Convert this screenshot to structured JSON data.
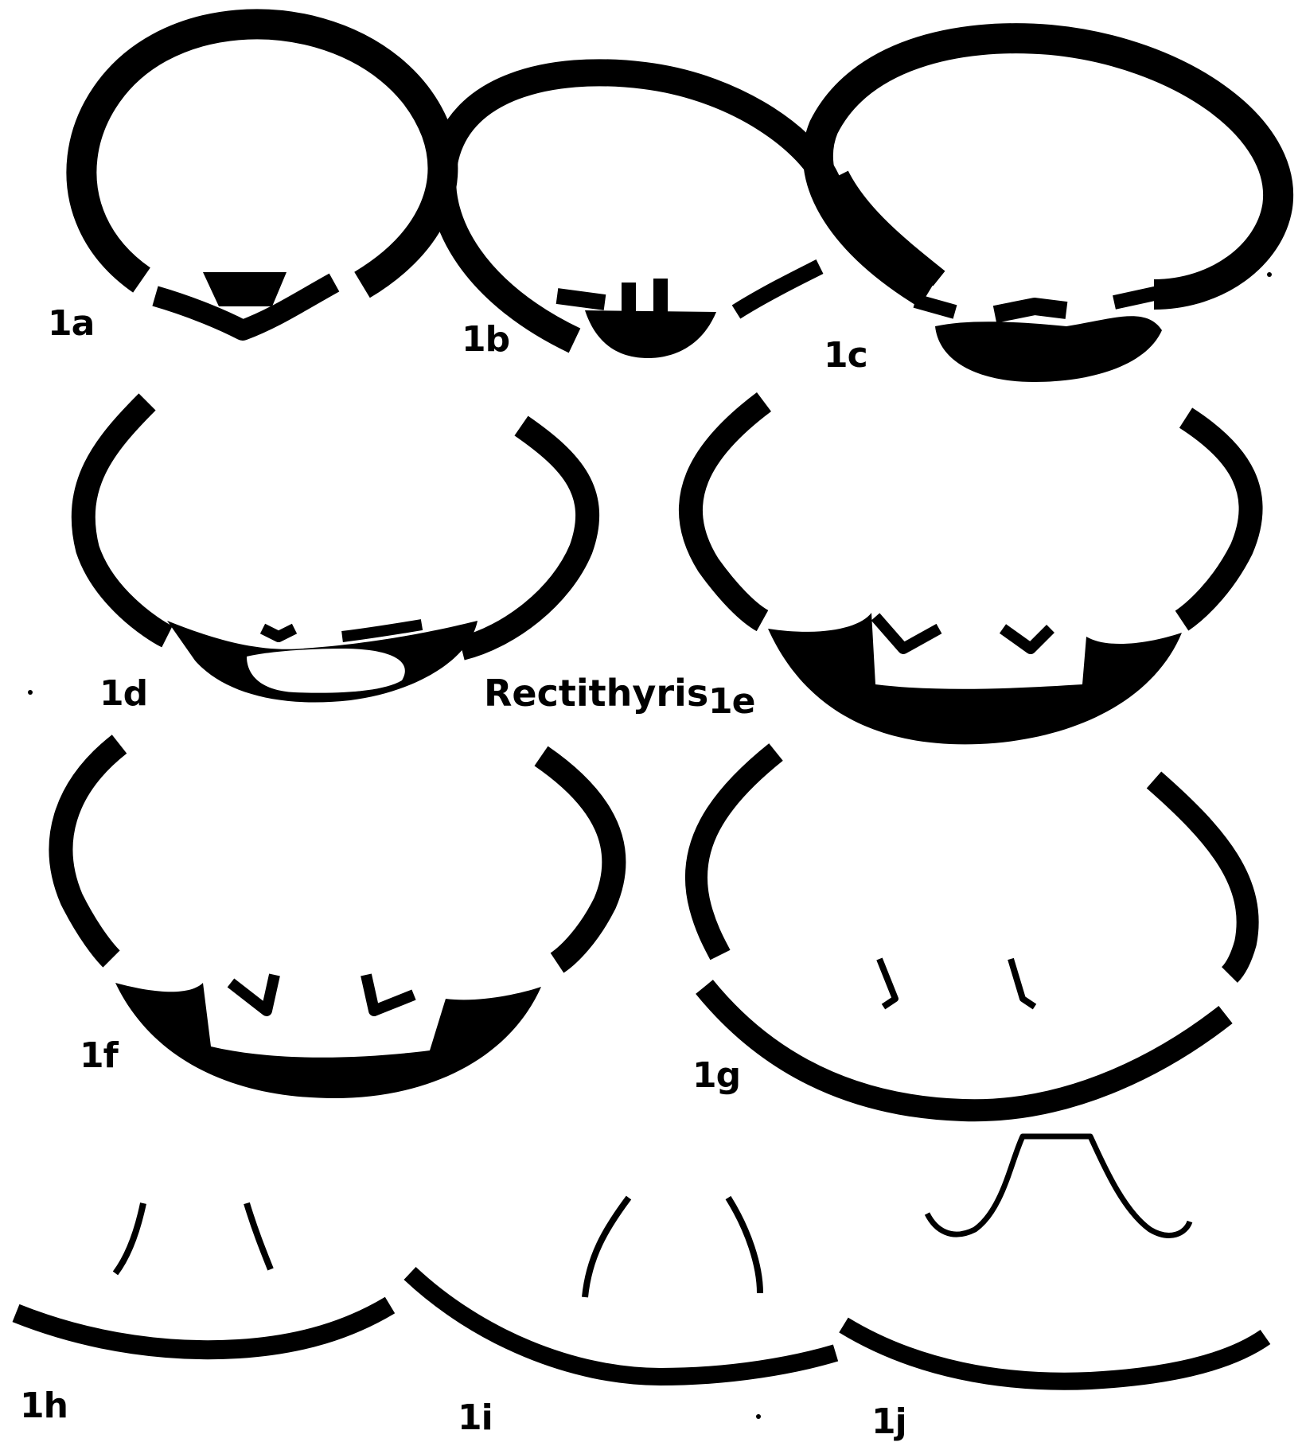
{
  "figure": {
    "genus_label": "Rectithyris",
    "labels": {
      "a": "1a",
      "b": "1b",
      "c": "1c",
      "d": "1d",
      "e": "1e",
      "f": "1f",
      "g": "1g",
      "h": "1h",
      "i": "1i",
      "j": "1j"
    },
    "ink_color": "#000000",
    "background_color": "#ffffff"
  }
}
